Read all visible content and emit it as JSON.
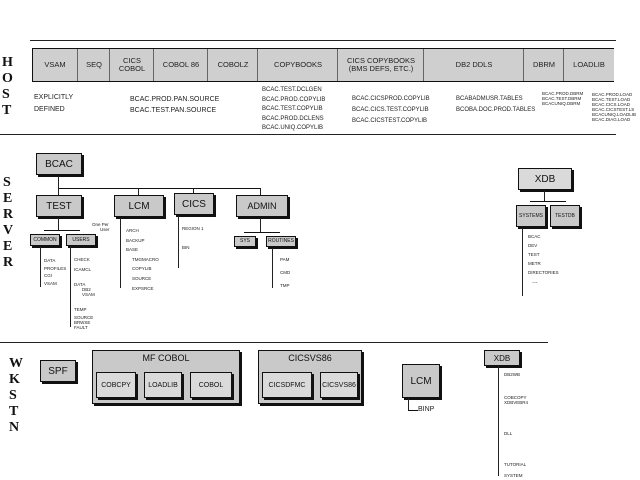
{
  "host": {
    "label": "HOST",
    "cells": [
      "VSAM",
      "SEQ",
      "CICS COBOL",
      "COBOL 86",
      "COBOLZ",
      "COPYBOOKS",
      "CICS COPYBOOKS (BMS DEFS, ETC.)",
      "DB2 DDLS",
      "DBRM",
      "LOADLIB"
    ],
    "vsam_lines": [
      "EXPLICITLY",
      "DEFINED"
    ],
    "cobol86_lines": [
      "BCAC.PROD.PAN.SOURCE",
      "BCAC.TEST.PAN.SOURCE"
    ],
    "copybooks_lines": [
      "BCAC.TEST.DCLGEN",
      "BCAC.PROD.COPYLIB",
      "BCAC.TEST.COPYLIB",
      "BCAC.PROD.DCLENS",
      "BCAC.UNIQ.COPYLIB"
    ],
    "cics_lines": [
      "BCAC.CICSPROD.COPYLIB",
      "BCAC.CICS.TEST.COPYLIB",
      "BCAC.CICSTEST.COPYLIB"
    ],
    "db2_lines": [
      "BCABADMUSR.TABLES",
      "BCOBA.DOC.PROD.TABLES"
    ],
    "dbrm_lines": [
      "BCAC.PROD.DBRM",
      "BCAC.TEST.DBRM",
      "BCACUNIQ.DBRM"
    ],
    "loadlib_lines": [
      "BCAC.PROD.LOAD",
      "BCAC.TEST.LOAD",
      "BCAC.CICS.LOAD",
      "BCAC.CICSTEST.LS",
      "BCACUNIQ.LOADLIB",
      "BCAC.DIAG.LOAD"
    ]
  },
  "server": {
    "label": "SERVER",
    "root": "BCAC",
    "branches": [
      "TEST",
      "LCM",
      "CICS",
      "ADMIN"
    ],
    "test_children": [
      "COMMON",
      "USERS"
    ],
    "common_items": [
      "DATA",
      "PROFILES",
      "CGI",
      "VSAM"
    ],
    "users_items": [
      "CHECK",
      "ICAMCL",
      "DATA",
      "DB2",
      "VSAM",
      "TEMP",
      "SOURCE",
      "BRWSE",
      "FAULT"
    ],
    "lcm_note": [
      "One Per",
      "User"
    ],
    "lcm_items": [
      "ARCH",
      "BACKUP",
      "BASE",
      "TMGMACRO",
      "COPYLIB",
      "SOURCE",
      "EXPSRCE"
    ],
    "cics_items": [
      "REGION 1",
      "BIN"
    ],
    "admin_children": [
      "SYS",
      "ROUTINES"
    ],
    "routine_items": [
      "PAM",
      "CMD",
      "TMP"
    ],
    "xdb_root": "XDB",
    "xdb_children": [
      "SYSTEMS",
      "TESTDB"
    ],
    "xdb_items": [
      "BCAC",
      "DEV",
      "TEST",
      "METR",
      "DIRECTORIES",
      "..."
    ]
  },
  "wkstn": {
    "label": "WKSTN",
    "spf": "SPF",
    "mf_cobol": "MF COBOL",
    "mf_items": [
      "COBCPY",
      "LOADLIB",
      "COBOL"
    ],
    "cics_vs86": "CICSVS86",
    "cics_items": [
      "CICSDFMC",
      "CICSVS86"
    ],
    "lcm": "LCM",
    "lcm_sub": "BINP",
    "xdb": "XDB",
    "xdb_items": [
      "DB2WB",
      "COBCOPY XDBVEBR4",
      "DLL",
      "TUTORIAL",
      "SYSTEM"
    ]
  }
}
